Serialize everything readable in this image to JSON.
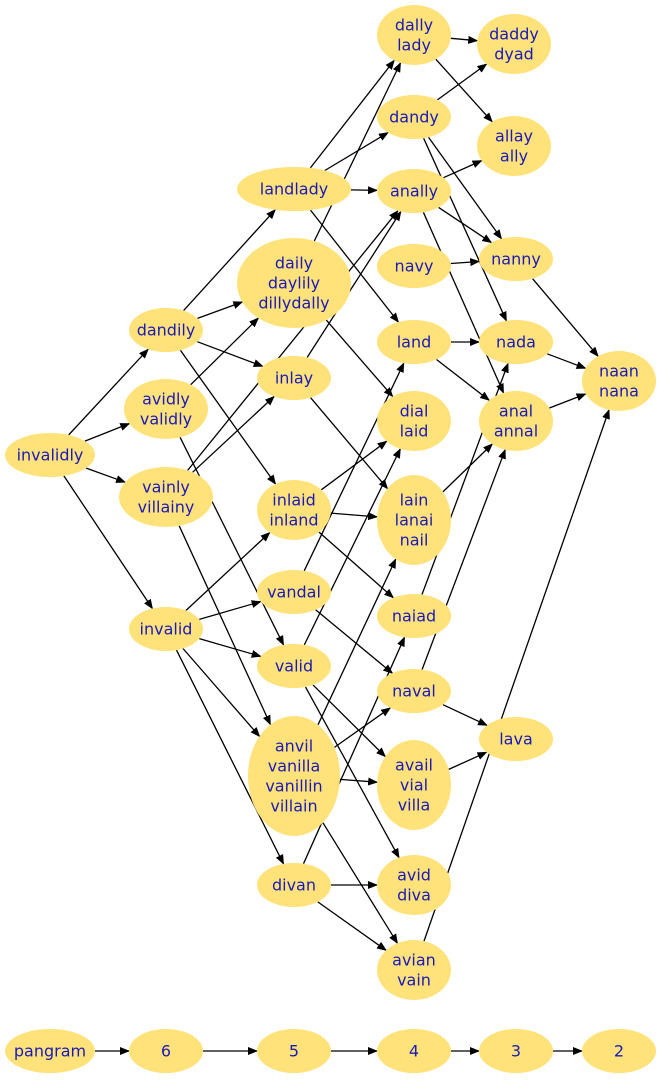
{
  "nodes": [
    {
      "id": "dally",
      "lines": [
        "dally",
        "lady"
      ]
    },
    {
      "id": "daddy",
      "lines": [
        "daddy",
        "dyad"
      ]
    },
    {
      "id": "dandy",
      "lines": [
        "dandy"
      ]
    },
    {
      "id": "allay",
      "lines": [
        "allay",
        "ally"
      ]
    },
    {
      "id": "landlady",
      "lines": [
        "landlady"
      ]
    },
    {
      "id": "anally",
      "lines": [
        "anally"
      ]
    },
    {
      "id": "daily",
      "lines": [
        "daily",
        "daylily",
        "dillydally"
      ]
    },
    {
      "id": "navy",
      "lines": [
        "navy"
      ]
    },
    {
      "id": "nanny",
      "lines": [
        "nanny"
      ]
    },
    {
      "id": "dandily",
      "lines": [
        "dandily"
      ]
    },
    {
      "id": "land",
      "lines": [
        "land"
      ]
    },
    {
      "id": "nada",
      "lines": [
        "nada"
      ]
    },
    {
      "id": "naan",
      "lines": [
        "naan",
        "nana"
      ]
    },
    {
      "id": "inlay",
      "lines": [
        "inlay"
      ]
    },
    {
      "id": "avidly",
      "lines": [
        "avidly",
        "validly"
      ]
    },
    {
      "id": "dial",
      "lines": [
        "dial",
        "laid"
      ]
    },
    {
      "id": "anal",
      "lines": [
        "anal",
        "annal"
      ]
    },
    {
      "id": "invalidly",
      "lines": [
        "invalidly"
      ]
    },
    {
      "id": "vainly",
      "lines": [
        "vainly",
        "villainy"
      ]
    },
    {
      "id": "inlaid",
      "lines": [
        "inlaid",
        "inland"
      ]
    },
    {
      "id": "lain",
      "lines": [
        "lain",
        "lanai",
        "nail"
      ]
    },
    {
      "id": "vandal",
      "lines": [
        "vandal"
      ]
    },
    {
      "id": "naiad",
      "lines": [
        "naiad"
      ]
    },
    {
      "id": "invalid",
      "lines": [
        "invalid"
      ]
    },
    {
      "id": "valid",
      "lines": [
        "valid"
      ]
    },
    {
      "id": "naval",
      "lines": [
        "naval"
      ]
    },
    {
      "id": "lava",
      "lines": [
        "lava"
      ]
    },
    {
      "id": "anvil",
      "lines": [
        "anvil",
        "vanilla",
        "vanillin",
        "villain"
      ]
    },
    {
      "id": "avail",
      "lines": [
        "avail",
        "vial",
        "villa"
      ]
    },
    {
      "id": "divan",
      "lines": [
        "divan"
      ]
    },
    {
      "id": "avid",
      "lines": [
        "avid",
        "diva"
      ]
    },
    {
      "id": "avian",
      "lines": [
        "avian",
        "vain"
      ]
    },
    {
      "id": "pangram",
      "lines": [
        "pangram"
      ]
    },
    {
      "id": "n6",
      "lines": [
        "6"
      ]
    },
    {
      "id": "n5",
      "lines": [
        "5"
      ]
    },
    {
      "id": "n4",
      "lines": [
        "4"
      ]
    },
    {
      "id": "n3",
      "lines": [
        "3"
      ]
    },
    {
      "id": "n2",
      "lines": [
        "2"
      ]
    }
  ],
  "edges": [
    [
      "invalidly",
      "dandily"
    ],
    [
      "invalidly",
      "avidly"
    ],
    [
      "invalidly",
      "vainly"
    ],
    [
      "invalidly",
      "invalid"
    ],
    [
      "dandily",
      "landlady"
    ],
    [
      "dandily",
      "daily"
    ],
    [
      "dandily",
      "inlay"
    ],
    [
      "dandily",
      "inlaid"
    ],
    [
      "avidly",
      "daily"
    ],
    [
      "avidly",
      "valid"
    ],
    [
      "vainly",
      "inlay"
    ],
    [
      "vainly",
      "anally"
    ],
    [
      "vainly",
      "anvil"
    ],
    [
      "invalid",
      "inlaid"
    ],
    [
      "invalid",
      "vandal"
    ],
    [
      "invalid",
      "valid"
    ],
    [
      "invalid",
      "anvil"
    ],
    [
      "invalid",
      "divan"
    ],
    [
      "landlady",
      "dally"
    ],
    [
      "landlady",
      "dandy"
    ],
    [
      "landlady",
      "anally"
    ],
    [
      "landlady",
      "land"
    ],
    [
      "daily",
      "dally"
    ],
    [
      "daily",
      "dial"
    ],
    [
      "inlay",
      "anally"
    ],
    [
      "inlay",
      "lain"
    ],
    [
      "inlaid",
      "dial"
    ],
    [
      "inlaid",
      "lain"
    ],
    [
      "inlaid",
      "naiad"
    ],
    [
      "vandal",
      "land"
    ],
    [
      "vandal",
      "naval"
    ],
    [
      "valid",
      "dial"
    ],
    [
      "valid",
      "avail"
    ],
    [
      "valid",
      "avid"
    ],
    [
      "anvil",
      "lain"
    ],
    [
      "anvil",
      "naval"
    ],
    [
      "anvil",
      "avail"
    ],
    [
      "anvil",
      "avian"
    ],
    [
      "divan",
      "naiad"
    ],
    [
      "divan",
      "avid"
    ],
    [
      "divan",
      "avian"
    ],
    [
      "dally",
      "daddy"
    ],
    [
      "dally",
      "allay"
    ],
    [
      "dandy",
      "daddy"
    ],
    [
      "dandy",
      "nanny"
    ],
    [
      "dandy",
      "nada"
    ],
    [
      "anally",
      "allay"
    ],
    [
      "anally",
      "nanny"
    ],
    [
      "anally",
      "anal"
    ],
    [
      "navy",
      "nanny"
    ],
    [
      "land",
      "nada"
    ],
    [
      "land",
      "anal"
    ],
    [
      "lain",
      "anal"
    ],
    [
      "naiad",
      "nada"
    ],
    [
      "naval",
      "lava"
    ],
    [
      "naval",
      "anal"
    ],
    [
      "avail",
      "lava"
    ],
    [
      "avian",
      "naan"
    ],
    [
      "nanny",
      "naan"
    ],
    [
      "nada",
      "naan"
    ],
    [
      "anal",
      "naan"
    ],
    [
      "pangram",
      "n6"
    ],
    [
      "n6",
      "n5"
    ],
    [
      "n5",
      "n4"
    ],
    [
      "n4",
      "n3"
    ],
    [
      "n3",
      "n2"
    ]
  ]
}
